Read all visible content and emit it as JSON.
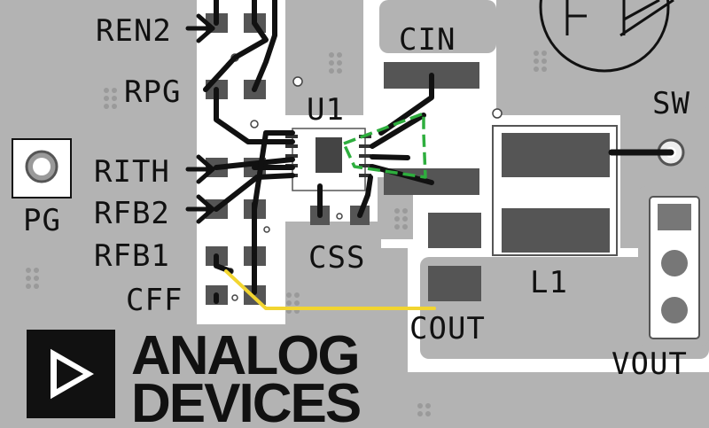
{
  "labels": {
    "ren2": "REN2",
    "rpg": "RPG",
    "rith": "RITH",
    "rfb2": "RFB2",
    "rfb1": "RFB1",
    "cff": "CFF",
    "cin": "CIN",
    "u1": "U1",
    "css": "CSS",
    "sw": "SW",
    "pg": "PG",
    "l1": "L1",
    "cout": "COUT",
    "vout": "VOUT"
  },
  "logo": {
    "line1": "ANALOG",
    "line2": "DEVICES"
  },
  "colors": {
    "board": "#b3b3b3",
    "copper_clear": "#ffffff",
    "pad": "#555555",
    "trace": "#111111",
    "highlight_trace": "#f2d530",
    "dashed_outline": "#2eae3e",
    "silkscreen": "#111111"
  }
}
